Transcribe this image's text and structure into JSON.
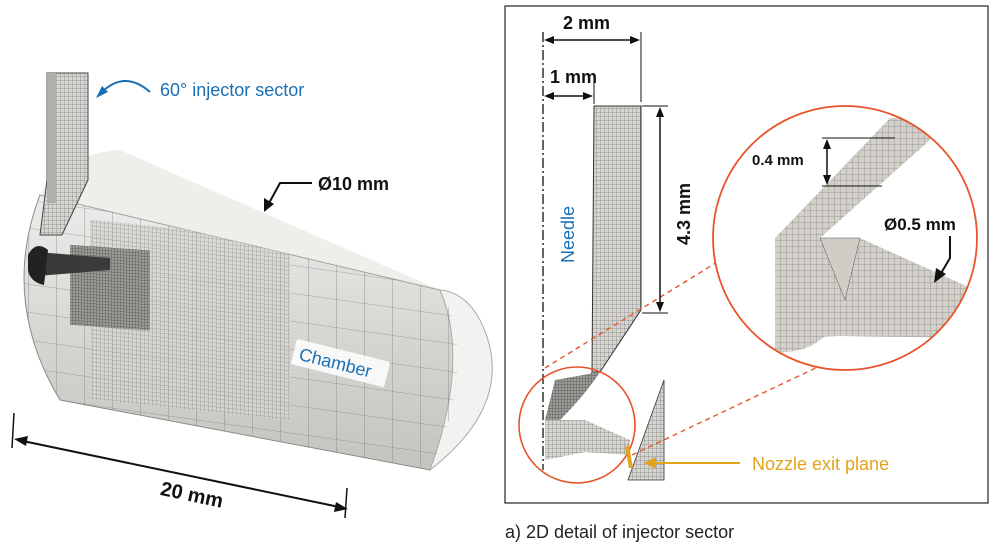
{
  "left_view": {
    "sector_label": "60° injector sector",
    "diameter_label": "Ø10 mm",
    "chamber_label": "Chamber",
    "length_label": "20 mm"
  },
  "right_view": {
    "width_2mm": "2 mm",
    "width_1mm": "1 mm",
    "height_label": "4.3 mm",
    "needle_label": "Needle",
    "thickness_label": "0.4 mm",
    "hole_diameter_label": "Ø0.5 mm",
    "nozzle_exit_label": "Nozzle exit plane"
  },
  "caption": "a) 2D detail of injector sector",
  "colors": {
    "annotation_blue": "#1a6fb5",
    "zoom_orange": "#e8542a",
    "nozzle_yellow": "#e2a41a",
    "mesh_fill": "#d2d0c8"
  }
}
